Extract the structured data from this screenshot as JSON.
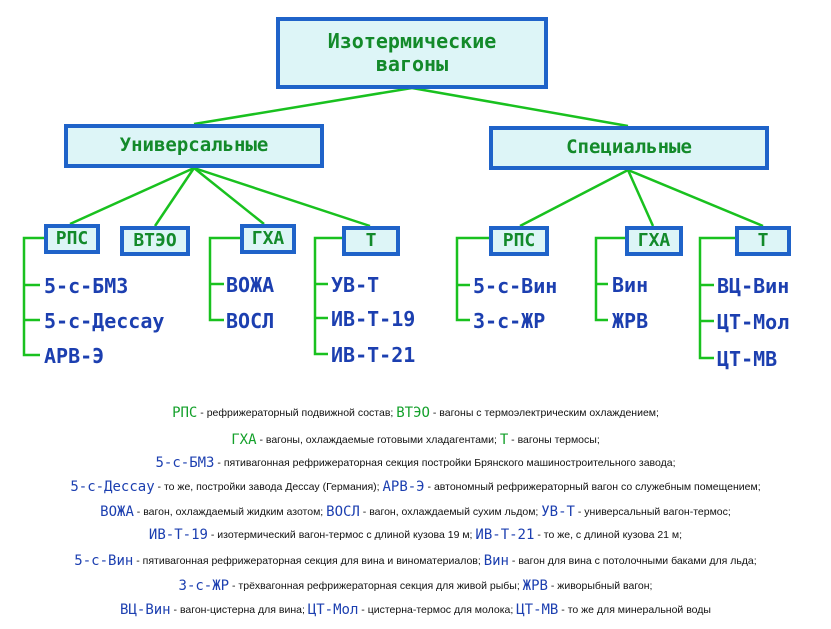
{
  "root": {
    "line1": "Изотермические",
    "line2": "вагоны"
  },
  "categories": {
    "universal": "Универсальные",
    "special": "Специальные"
  },
  "universal": {
    "rps": {
      "label": "РПС",
      "items": [
        "5-с-БМЗ",
        "5-с-Дессау",
        "АРВ-Э"
      ]
    },
    "vteo": {
      "label": "ВТЭО",
      "items": []
    },
    "gha": {
      "label": "ГХА",
      "items": [
        "ВОЖА",
        "ВОСЛ"
      ]
    },
    "t": {
      "label": "Т",
      "items": [
        "УВ-Т",
        "ИВ-Т-19",
        "ИВ-Т-21"
      ]
    }
  },
  "special": {
    "rps": {
      "label": "РПС",
      "items": [
        "5-с-Вин",
        "3-с-ЖР"
      ]
    },
    "gha": {
      "label": "ГХА",
      "items": [
        "Вин",
        "ЖРВ"
      ]
    },
    "t": {
      "label": "Т",
      "items": [
        "ВЦ-Вин",
        "ЦТ-Мол",
        "ЦТ-МВ"
      ]
    }
  },
  "legend": [
    [
      {
        "term": "РПС",
        "color": "green",
        "desc": " - рефрижераторный подвижной состав; "
      },
      {
        "term": "ВТЭО",
        "color": "green",
        "desc": " - вагоны с термоэлектрическим охлаждением;"
      }
    ],
    [
      {
        "term": "ГХА",
        "color": "green",
        "desc": " - вагоны, охлаждаемые готовыми хладагентами; "
      },
      {
        "term": "Т",
        "color": "green",
        "desc": " - вагоны термосы;"
      }
    ],
    [
      {
        "term": "5-с-БМЗ",
        "color": "blue",
        "desc": " - пятивагонная рефрижераторная секция постройки Брянского машиностроительного завода;"
      }
    ],
    [
      {
        "term": "5-с-Дессау",
        "color": "blue",
        "desc": " - то же, постройки завода Дессау (Германия); "
      },
      {
        "term": "АРВ-Э",
        "color": "blue",
        "desc": " - автономный рефрижераторный вагон со служебным помещением;"
      }
    ],
    [
      {
        "term": "ВОЖА",
        "color": "blue",
        "desc": " - вагон, охлаждаемый жидким азотом; "
      },
      {
        "term": "ВОСЛ",
        "color": "blue",
        "desc": " - вагон, охлаждаемый сухим льдом; "
      },
      {
        "term": "УВ-Т",
        "color": "blue",
        "desc": " - универсальный вагон-термос;"
      }
    ],
    [
      {
        "term": "ИВ-Т-19",
        "color": "blue",
        "desc": " - изотермический вагон-термос с длиной кузова 19 м; "
      },
      {
        "term": "ИВ-Т-21",
        "color": "blue",
        "desc": " - то же, с длиной кузова 21 м;"
      }
    ],
    [
      {
        "term": "5-с-Вин",
        "color": "blue",
        "desc": " - пятивагонная рефрижераторная секция для вина и виноматериалов; "
      },
      {
        "term": "Вин",
        "color": "blue",
        "desc": " - вагон для вина с потолочными баками для льда;"
      }
    ],
    [
      {
        "term": "3-с-ЖР",
        "color": "blue",
        "desc": " - трёхвагонная рефрижераторная секция для живой рыбы; "
      },
      {
        "term": "ЖРВ",
        "color": "blue",
        "desc": " - живорыбный вагон;"
      }
    ],
    [
      {
        "term": "ВЦ-Вин",
        "color": "blue",
        "desc": " - вагон-цистерна для вина; "
      },
      {
        "term": "ЦТ-Мол",
        "color": "blue",
        "desc": " - цистерна-термос для молока; "
      },
      {
        "term": "ЦТ-МВ",
        "color": "blue",
        "desc": " - то же для минеральной воды"
      }
    ]
  ],
  "colors": {
    "box_border": "#1f63c9",
    "box_fill": "#ddf5f7",
    "box_text": "#138a2a",
    "code_text": "#1c3fb0",
    "connector": "#19c11f",
    "legend_green": "#13a02a",
    "legend_blue": "#1c3fb0"
  }
}
